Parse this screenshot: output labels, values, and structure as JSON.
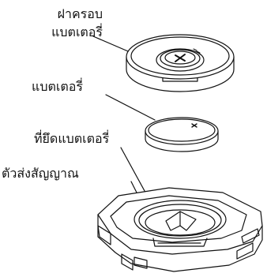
{
  "labels": {
    "cover_line1": "ฝาครอบ",
    "cover_line2": "แบตเตอรี่",
    "battery": "แบตเตอรี่",
    "battery_holder": "ที่ยึดแบตเตอรี่",
    "sensor": "ตัวส่งสัญญาณ"
  }
}
